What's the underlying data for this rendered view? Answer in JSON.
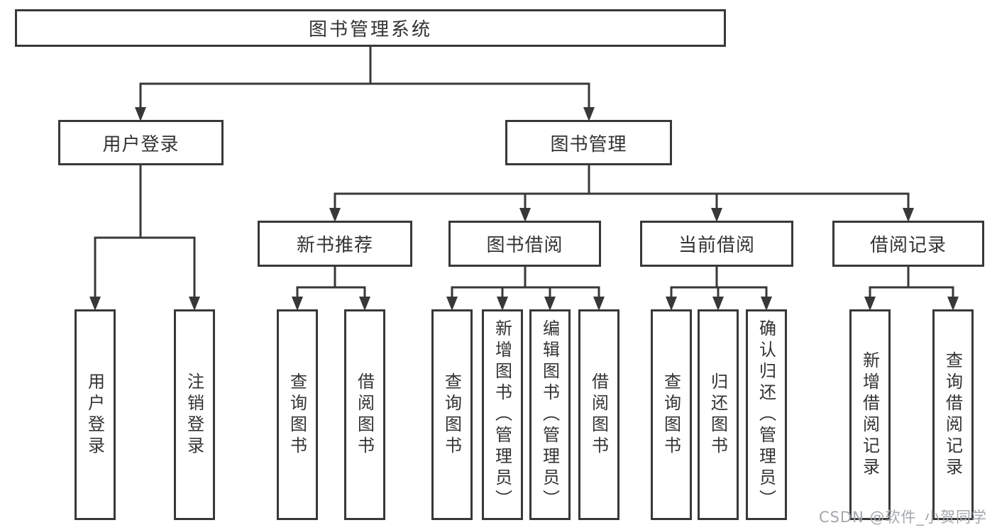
{
  "tree": {
    "root": "图书管理系统",
    "level2": [
      "用户登录",
      "图书管理"
    ],
    "level3": [
      "新书推荐",
      "图书借阅",
      "当前借阅",
      "借阅记录"
    ],
    "leaves_user": [
      "用户登录",
      "注销登录"
    ],
    "leaves_recommend": [
      "查询图书",
      "借阅图书"
    ],
    "leaves_borrow": [
      "查询图书",
      "新增图书（管理员）",
      "编辑图书（管理员）",
      "借阅图书"
    ],
    "leaves_current": [
      "查询图书",
      "归还图书",
      "确认归还（管理员）"
    ],
    "leaves_records": [
      "新增借阅记录",
      "查询借阅记录"
    ]
  },
  "watermark": "CSDN @软件_小贺同学",
  "colors": {
    "line": "#383838",
    "text": "#333333",
    "watermark": "#a3a7ab",
    "background": "#ffffff"
  }
}
